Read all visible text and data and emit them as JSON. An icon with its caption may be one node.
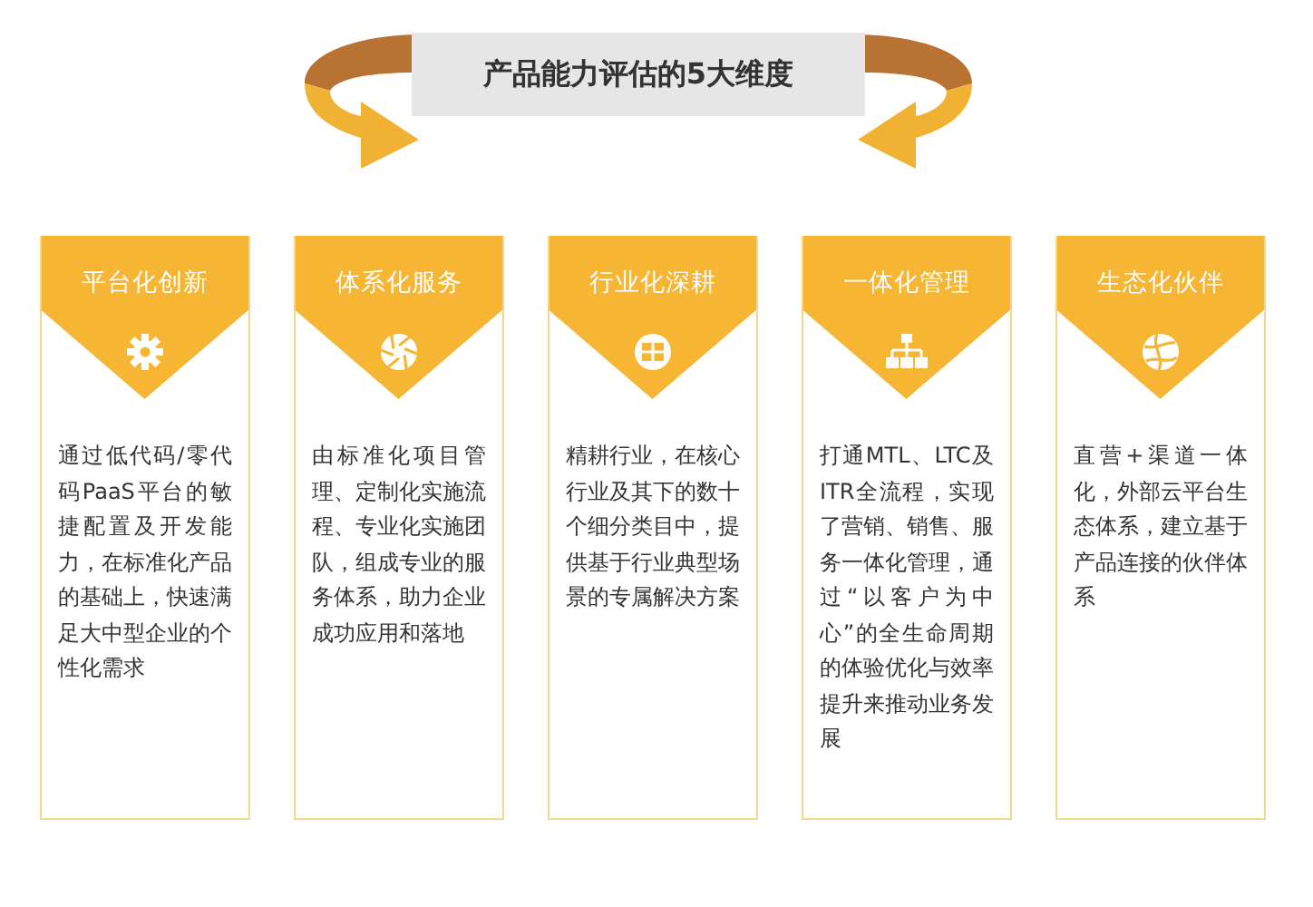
{
  "diagram": {
    "title": "产品能力评估的5大维度",
    "nodes": [
      {
        "text": [
          "平台化创新",
          "通过低代码/零代码PaaS平台的敏捷配置及开发能力，在标准化产品的基础上，快速满足大中型企业的个性化需求"
        ]
      },
      {
        "text": [
          "体系化服务",
          "由标准化项目管理、定制化实施流程、专业化实施团队，组成专业的服务体系，助力企业成功应用和落地"
        ]
      },
      {
        "text": [
          "行业化深耕",
          "精耕行业，在核心行业及其下的数十个细分类目中，提供基于行业典型场景的专属解决方案"
        ]
      },
      {
        "text": [
          "一体化管理",
          "打通MTL、LTC及ITR全流程，实现了营销、销售、服务一体化管理，通过“以客户为中心”的全生命周期的体验优化与效率提升来推动业务发展"
        ]
      },
      {
        "text": [
          "生态化伙伴",
          "直营+渠道一体化，外部云平台生态体系，建立基于产品连接的伙伴体系"
        ]
      }
    ]
  }
}
